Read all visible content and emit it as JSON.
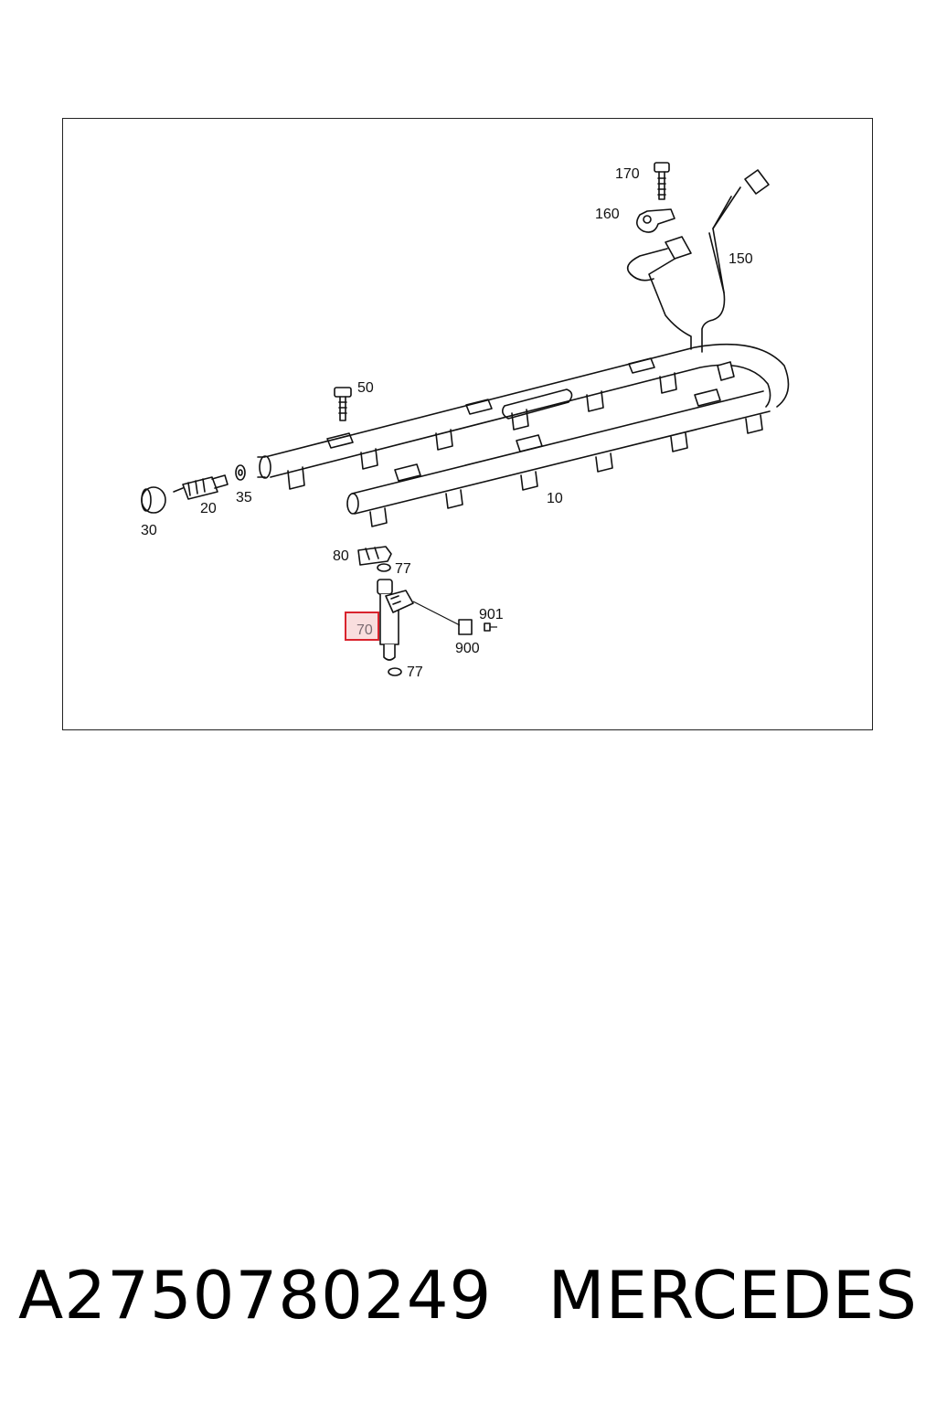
{
  "labels": {
    "l10": "10",
    "l20": "20",
    "l30": "30",
    "l35": "35",
    "l50": "50",
    "l70": "70",
    "l77a": "77",
    "l77b": "77",
    "l80": "80",
    "l150": "150",
    "l160": "160",
    "l170": "170",
    "l900": "900",
    "l901": "901"
  },
  "highlight": {
    "part": "70",
    "color": "#d9232d",
    "fill": "#f9dede"
  },
  "footer": {
    "part_number": "A2750780249",
    "brand": "MERCEDES"
  }
}
